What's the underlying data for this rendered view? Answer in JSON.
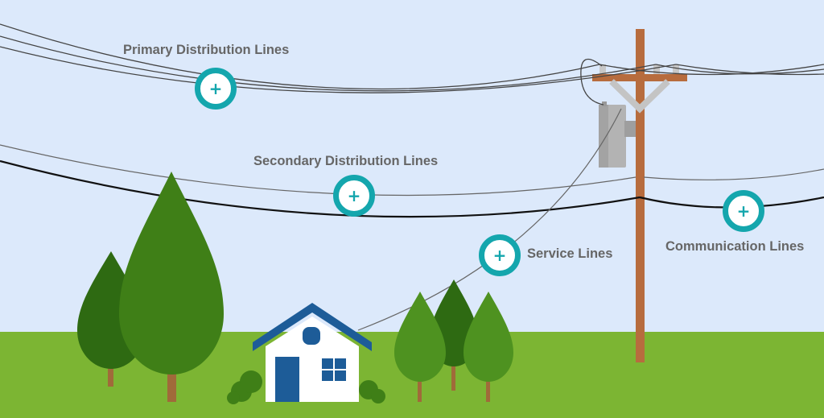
{
  "labels": {
    "primary": "Primary Distribution Lines",
    "secondary": "Secondary Distribution Lines",
    "service": "Service Lines",
    "communication": "Communication Lines"
  },
  "hotspot_glyph": "+",
  "colors": {
    "sky": "#dce9fb",
    "grass": "#7cb533",
    "label_text": "#666666",
    "hotspot_ring": "#14a6ad",
    "hotspot_plus": "#14a6ad",
    "pole": "#b76c3e",
    "house_roof": "#1d5c98",
    "house_wall": "#ffffff",
    "tree_dark": "#2e6a12",
    "tree_mid": "#3f7f17",
    "tree_light": "#4e9220",
    "transformer": "#b3b3b3",
    "wire": "#444444"
  }
}
